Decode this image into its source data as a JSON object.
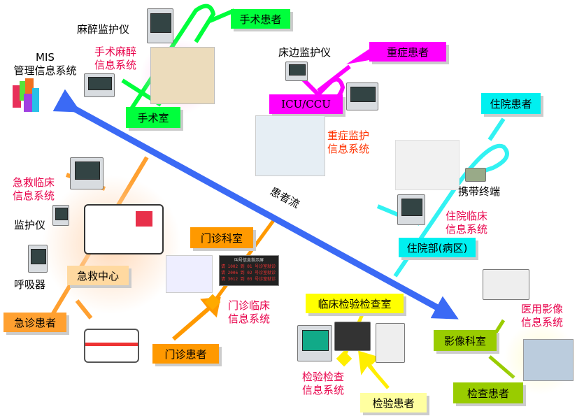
{
  "colors": {
    "flow": "#3b6af5",
    "surgery": "#00ff3c",
    "icu": "#ff00ff",
    "inpatient": "#00f0f0",
    "outpatient": "#ff9900",
    "emergency": "#ffa030",
    "lab": "#ffff00",
    "imaging": "#99cc00",
    "system_text": "#e8004a"
  },
  "mis": {
    "line1": "MIS",
    "line2": "管理信息系统"
  },
  "flow_label": "患者流",
  "surgery": {
    "device": "麻醉监护仪",
    "system": [
      "手术麻醉",
      "信息系统"
    ],
    "room": "手术室",
    "patient": "手术患者"
  },
  "icu": {
    "device": "床边监护仪",
    "patient": "重症患者",
    "unit": "ICU/CCU",
    "system": [
      "重症监护",
      "信息系统"
    ]
  },
  "inpatient": {
    "patient": "住院患者",
    "terminal": "携带终端",
    "system": [
      "住院临床",
      "信息系统"
    ],
    "ward": "住院部(病区)"
  },
  "emergency": {
    "system": [
      "急救临床",
      "信息系统"
    ],
    "monitor": "监护仪",
    "ventilator": "呼吸器",
    "center": "急救中心",
    "patient": "急诊患者"
  },
  "outpatient": {
    "dept": "门诊科室",
    "system": [
      "门诊临床",
      "信息系统"
    ],
    "patient": "门诊患者",
    "board": {
      "title": "叫号信息指示屏",
      "rows": [
        "请 1002 到 01 号诊室就诊",
        "请 2006 到 02 号诊室就诊",
        "请 3012 到 03 号诊室就诊"
      ]
    }
  },
  "lab": {
    "room": "临床检验检查室",
    "system": [
      "检验检查",
      "信息系统"
    ],
    "patient": "检验患者"
  },
  "imaging": {
    "dept": "影像科室",
    "system": [
      "医用影像",
      "信息系统"
    ],
    "patient": "检查患者"
  }
}
